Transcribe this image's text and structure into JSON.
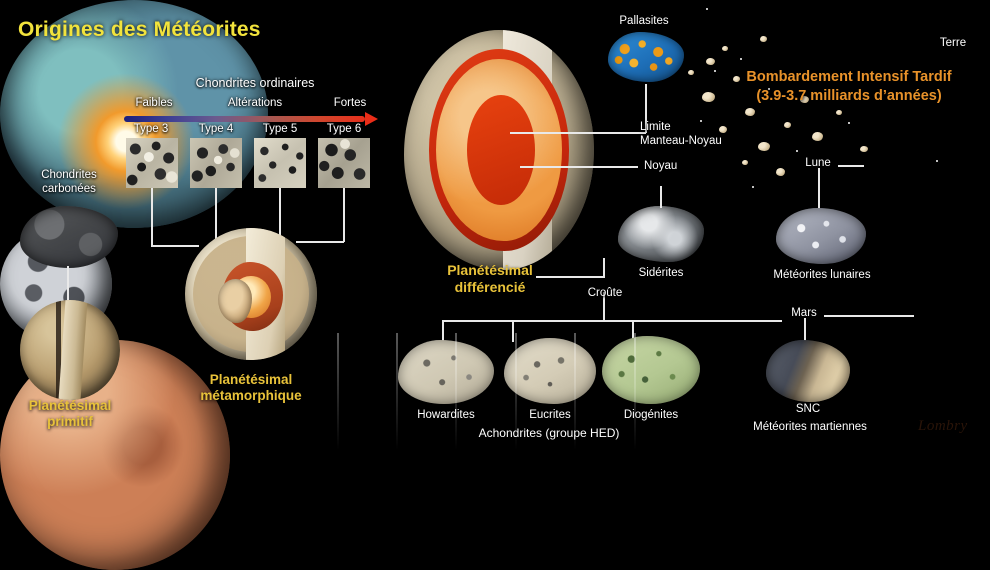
{
  "title": "Origines des Météorites",
  "signature": "Lombry",
  "colors": {
    "background": "#000000",
    "title": "#f2e33c",
    "gold_label": "#e8c23a",
    "orange_label": "#e8922a",
    "white_label": "#ffffff",
    "gradient_start": "#1d1f7a",
    "gradient_end": "#e8301c"
  },
  "ordinary_chondrites": {
    "heading": "Chondrites ordinaires",
    "scale_label": "Altérations",
    "scale_low": "Faibles",
    "scale_high": "Fortes",
    "types": [
      {
        "label": "Type 3"
      },
      {
        "label": "Type 4"
      },
      {
        "label": "Type 5"
      },
      {
        "label": "Type 6"
      }
    ]
  },
  "primitive_branch": {
    "meteorite_label": "Chondrites\ncarbonées",
    "meteorite_label_line1": "Chondrites",
    "meteorite_label_line2": "carbonées",
    "body_label_line1": "Planétésimal",
    "body_label_line2": "primitif"
  },
  "metamorphic_branch": {
    "body_label_line1": "Planétésimal",
    "body_label_line2": "métamorphique"
  },
  "differentiated_branch": {
    "body_label_line1": "Planétésimal",
    "body_label_line2": "différencié",
    "layers": [
      {
        "label_line1": "Limite",
        "label_line2": "Manteau-Noyau",
        "meteorite": "Pallasites"
      },
      {
        "label_line1": "Noyau",
        "label_line2": "",
        "meteorite": "Sidérites"
      },
      {
        "label_line1": "Croûte",
        "label_line2": "",
        "meteorite": "Achondrites (groupe HED)"
      }
    ],
    "pallasites_label": "Pallasites",
    "siderites_label": "Sidérites",
    "mantle_core_label_line1": "Limite",
    "mantle_core_label_line2": "Manteau-Noyau",
    "core_label": "Noyau",
    "crust_label": "Croûte",
    "hed_group_label": "Achondrites (groupe HED)",
    "hed_samples": [
      {
        "label": "Howardites"
      },
      {
        "label": "Eucrites"
      },
      {
        "label": "Diogénites"
      }
    ]
  },
  "bombardment": {
    "line1": "Bombardement Intensif Tardif",
    "line2": "(3.9-3.7 milliards d’années)",
    "earth_label": "Terre"
  },
  "lunar": {
    "body_label": "Lune",
    "meteorite_label": "Météorites lunaires"
  },
  "martian": {
    "body_label": "Mars",
    "meteorite_label_line1": "SNC",
    "meteorite_label_line2": "Météorites martiennes"
  }
}
